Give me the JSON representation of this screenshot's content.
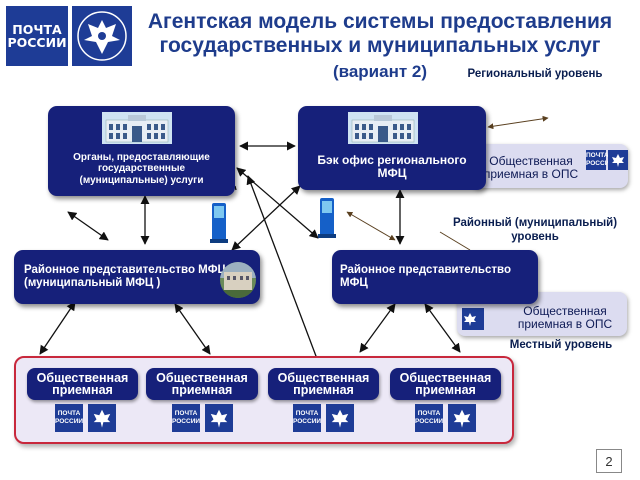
{
  "header": {
    "logo_line1": "ПОЧТА",
    "logo_line2": "РОССИИ",
    "title": "Агентская модель системы предоставления государственных и муниципальных услуг",
    "subtitle": "(вариант 2)"
  },
  "levels": {
    "regional": "Региональный уровень",
    "district": "Районный (муниципальный) уровень",
    "local": "Местный уровень"
  },
  "nodes": {
    "organs": "Органы, предоставляющие государственные (муниципальные) услуги",
    "backoffice": "Бэк офис регионального МФЦ",
    "ops_regional": "Общественная приемная в ОПС",
    "district_mfc": "Районное представительство МФЦ (муниципальный МФЦ )",
    "district_rep": "Районное представительство МФЦ",
    "ops_district": "Общественная приемная в ОПС"
  },
  "local_offices": [
    {
      "label": "Общественная приемная",
      "logo1": "ПОЧТА",
      "logo2": "РОССИИ"
    },
    {
      "label": "Общественная приемная",
      "logo1": "ПОЧТА",
      "logo2": "РОССИИ"
    },
    {
      "label": "Общественная приемная",
      "logo1": "ПОЧТА",
      "logo2": "РОССИИ"
    },
    {
      "label": "Общественная приемная",
      "logo1": "ПОЧТА",
      "logo2": "РОССИИ"
    }
  ],
  "page_number": "2",
  "colors": {
    "brand_blue": "#1e3c96",
    "box_navy": "#16207a",
    "frame_red": "#c8283c",
    "panel_lavender": "#dcdcf0"
  },
  "icons": [
    "building-icon",
    "terminal-icon",
    "eagle-emblem-icon",
    "arrow-icon"
  ]
}
